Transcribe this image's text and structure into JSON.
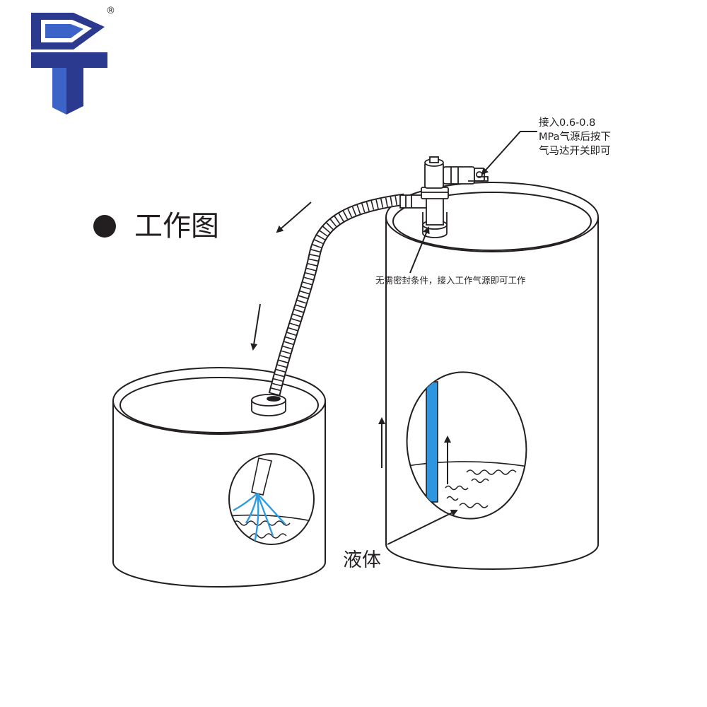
{
  "logo": {
    "name": "company-logo",
    "registered_mark": "®",
    "colors": {
      "primary": "#2b3a8f",
      "secondary": "#3c63c8"
    }
  },
  "title": {
    "bullet": "●",
    "text": "工作图"
  },
  "annotations": {
    "air_source_lines": [
      "接入0.6-0.8",
      "MPa气源后按下",
      "气马达开关即可"
    ],
    "no_seal": "无需密封条件，接入工作气源即可工作",
    "liquid": "液体"
  },
  "colors": {
    "line": "#231f20",
    "liquid_flow": "#2f9be0",
    "suction_tube": "#2e96e0"
  },
  "icons": [
    "arrow-down-left-icon",
    "arrow-down-icon",
    "arrow-up-icon"
  ]
}
